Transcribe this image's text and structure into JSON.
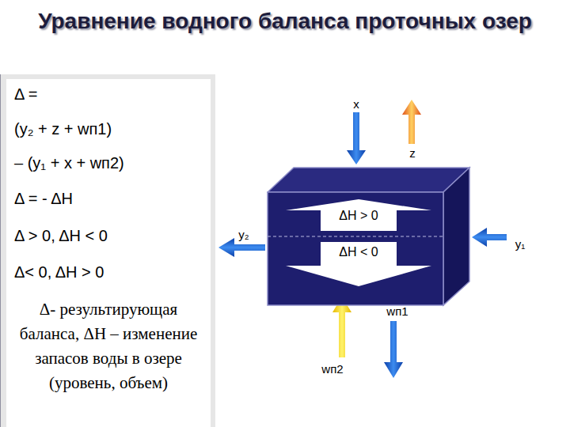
{
  "diagram": {
    "title": "Уравнение водного баланса проточных озер",
    "nodes": [
      {
        "text": [
          "Δ =",
          "(y₂ + z + wп1)",
          "– (y₁ + x + wп2)",
          "Δ = - ΔH",
          "Δ > 0, ΔH < 0",
          "Δ< 0, ΔH > 0",
          "Δ- результирующая баланса, ΔH – изменение запасов воды в озере (уровень, объем)"
        ]
      },
      {
        "text": [
          "ΔH > 0",
          "ΔH < 0"
        ]
      }
    ],
    "labels": [
      "x",
      "z",
      "y₂",
      "y₁",
      "wп1",
      "wп2"
    ]
  }
}
